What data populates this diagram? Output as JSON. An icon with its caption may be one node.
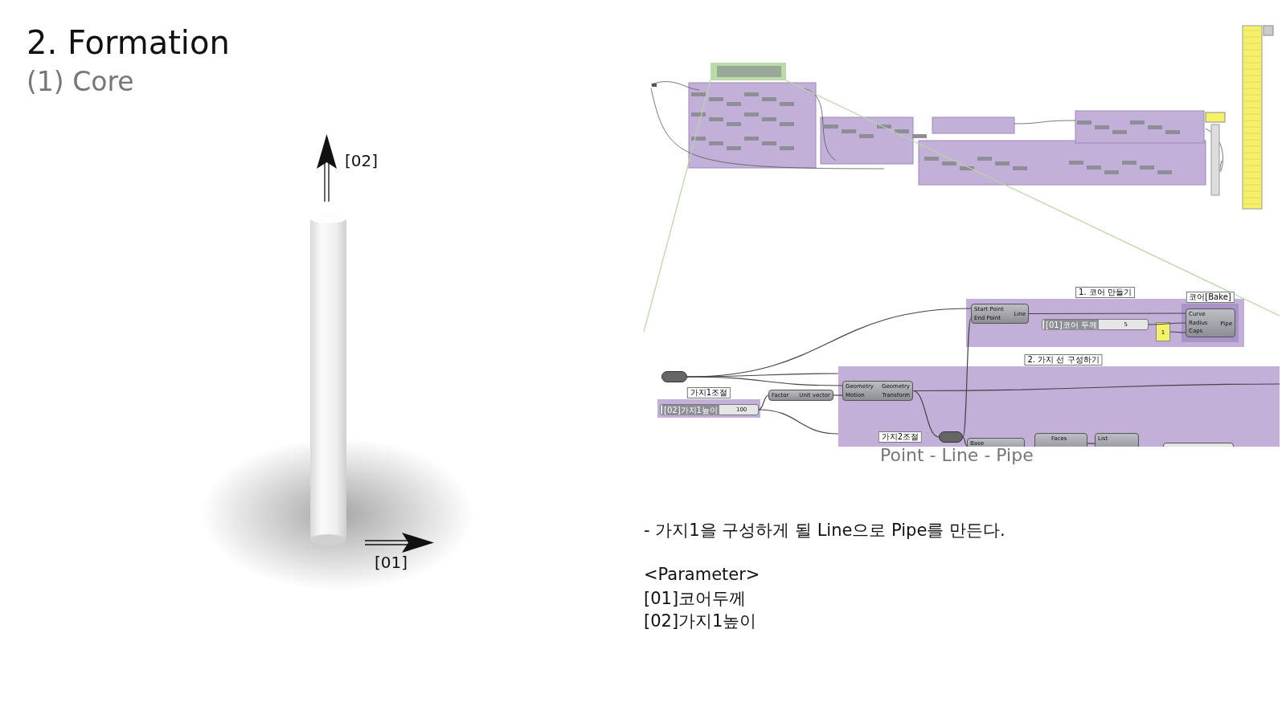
{
  "diagram": {
    "title": "2. Formation",
    "nodes": [
      {
        "text": [
          "1. 코어 만들기"
        ]
      },
      {
        "text": [
          "Start Point",
          "End Point",
          "Line"
        ],
        "in": 0
      },
      {
        "text": [
          "[01]코어 두께",
          "5"
        ],
        "in": 0
      },
      {
        "text": [
          "1"
        ],
        "in": 0
      },
      {
        "text": [
          "코어[Bake]"
        ],
        "in": 0
      },
      {
        "text": [
          "Curve",
          "Radius",
          "Caps",
          "Pipe"
        ],
        "in": 4
      },
      {
        "text": [
          "2. 가지 선 구성하기"
        ]
      },
      {
        "text": [
          "Geometry",
          "Motion",
          "Geometry",
          "Transform"
        ],
        "in": 6
      },
      {
        "text": [],
        "shape": "circle",
        "in": 6
      },
      {
        "text": [
          "가지2조절"
        ],
        "in": 6
      },
      {
        "text": [
          "Base"
        ],
        "in": 6
      },
      {
        "text": [
          "Faces"
        ],
        "in": 6
      },
      {
        "text": [
          "List"
        ],
        "in": 6
      },
      {
        "text": [],
        "shape": "box",
        "in": 6
      },
      {
        "text": [
          "가지1조절"
        ]
      },
      {
        "text": [
          "[02]가지1높이",
          "100"
        ],
        "in": 14
      },
      {
        "text": [
          "Factor",
          "Unit vector"
        ]
      },
      {
        "text": [],
        "shape": "circle"
      }
    ],
    "edges": [
      {
        "from": 17,
        "to": 1,
        "arrow": "none"
      },
      {
        "from": 8,
        "to": 1,
        "arrow": "none"
      },
      {
        "from": 17,
        "to": 7,
        "arrow": "none"
      },
      {
        "from": 17,
        "to": 6,
        "arrow": "none"
      },
      {
        "from": 15,
        "to": 16,
        "arrow": "none"
      },
      {
        "from": 16,
        "to": 7,
        "arrow": "none"
      },
      {
        "from": 7,
        "to": 8,
        "arrow": "none"
      },
      {
        "from": 7,
        "to": null,
        "arrow": "none"
      },
      {
        "from": 15,
        "to": 6,
        "arrow": "none"
      },
      {
        "from": 1,
        "to": 5,
        "arrow": "none"
      },
      {
        "from": 2,
        "to": 5,
        "arrow": "none"
      },
      {
        "from": 3,
        "to": 5,
        "arrow": "none"
      },
      {
        "from": 8,
        "to": 10,
        "arrow": "none"
      },
      {
        "from": 11,
        "to": 12,
        "arrow": "none"
      }
    ],
    "labels": [
      "(1) Core",
      "[02]",
      "[01]",
      "Point - Line - Pipe",
      "- 가지1을 구성하게 될 Line으로 Pipe를 만든다.",
      "<Parameter>",
      "[01]코어두께",
      "[02]가지1높이"
    ]
  }
}
